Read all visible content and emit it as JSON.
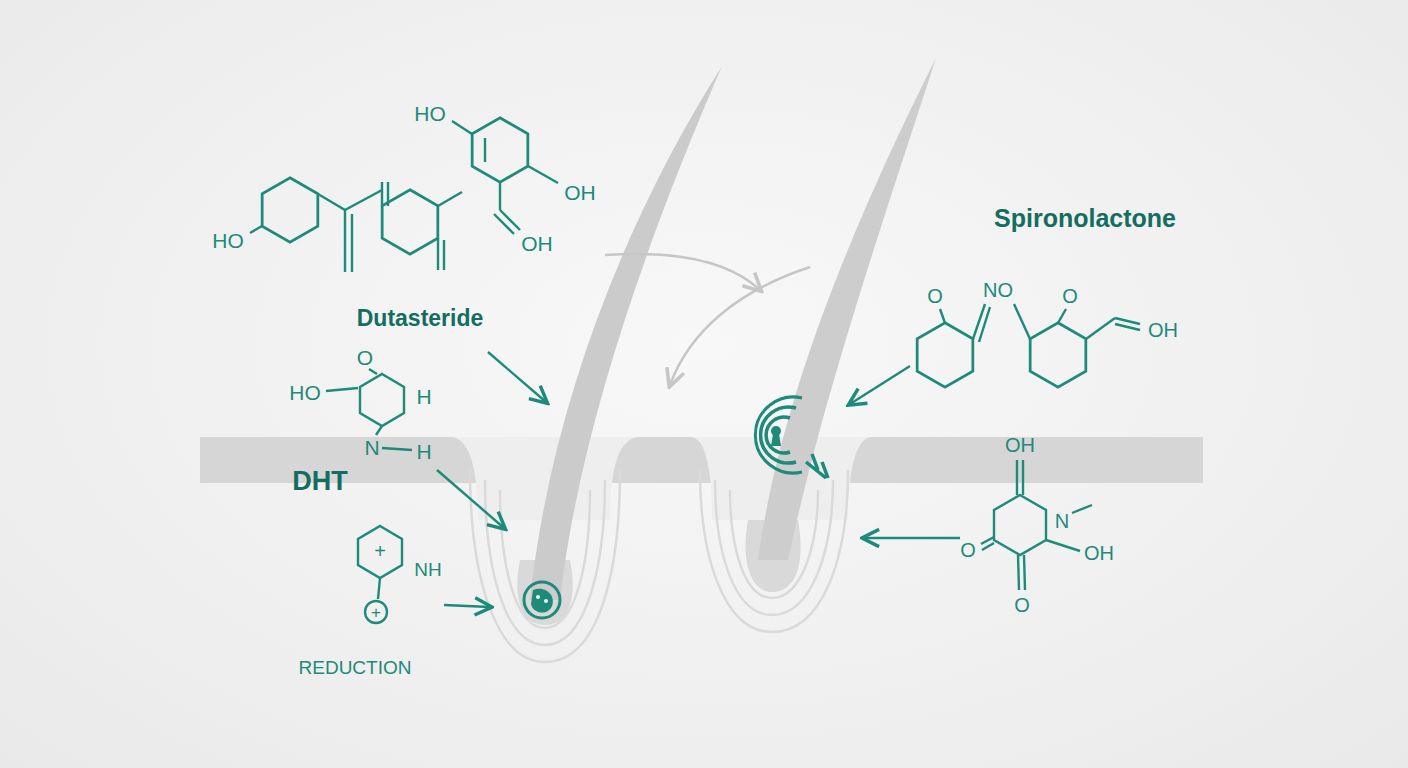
{
  "diagram": {
    "labels": [
      "HO",
      "OH",
      "OH",
      "HO",
      "Dutasteride",
      "Spironolactone",
      "O",
      "NO",
      "O",
      "OH",
      "HO",
      "O",
      "H",
      "N",
      "H",
      "DHT",
      "+",
      "NH",
      "+",
      "REDUCTION",
      "OH",
      "N",
      "OH",
      "O",
      "O"
    ]
  }
}
